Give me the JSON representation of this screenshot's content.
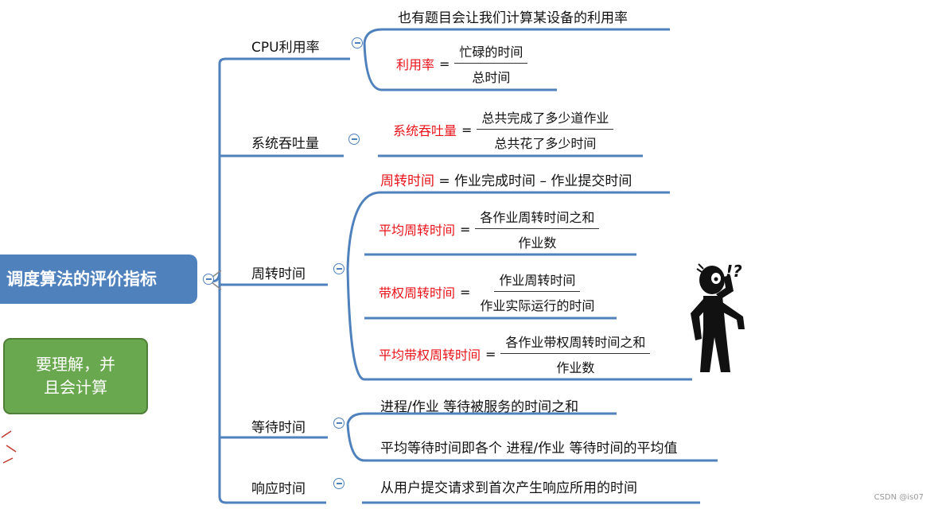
{
  "root": {
    "title": "调度算法的评价指标"
  },
  "note": {
    "line1": "要理解，并",
    "line2": "且会计算"
  },
  "branches": {
    "cpu": {
      "label": "CPU利用率",
      "desc": "也有题目会让我们计算某设备的利用率",
      "formula": {
        "name": "利用率",
        "eq": "=",
        "num": "忙碌的时间",
        "den": "总时间"
      }
    },
    "throughput": {
      "label": "系统吞吐量",
      "formula": {
        "name": "系统吞吐量",
        "eq": "=",
        "num": "总共完成了多少道作业",
        "den": "总共花了多少时间"
      }
    },
    "turnaround": {
      "label": "周转时间",
      "def": {
        "name": "周转时间",
        "rest": " = 作业完成时间 – 作业提交时间"
      },
      "avg": {
        "name": "平均周转时间",
        "eq": "=",
        "num": "各作业周转时间之和",
        "den": "作业数"
      },
      "weighted": {
        "name": "带权周转时间",
        "eq": "=",
        "num": "作业周转时间",
        "den": "作业实际运行的时间"
      },
      "avg_weighted": {
        "name": "平均带权周转时间",
        "eq": "=",
        "num": "各作业带权周转时间之和",
        "den": "作业数"
      }
    },
    "waiting": {
      "label": "等待时间",
      "item1": "进程/作业 等待被服务的时间之和",
      "item2": "平均等待时间即各个 进程/作业 等待时间的平均值"
    },
    "response": {
      "label": "响应时间",
      "item1": "从用户提交请求到首次产生响应所用的时间"
    }
  },
  "figure": {
    "mark": "!?"
  },
  "watermark": "CSDN @is07",
  "colors": {
    "accent": "#4f81bd",
    "highlight": "#e8131a",
    "note_bg": "#6aa84f"
  }
}
